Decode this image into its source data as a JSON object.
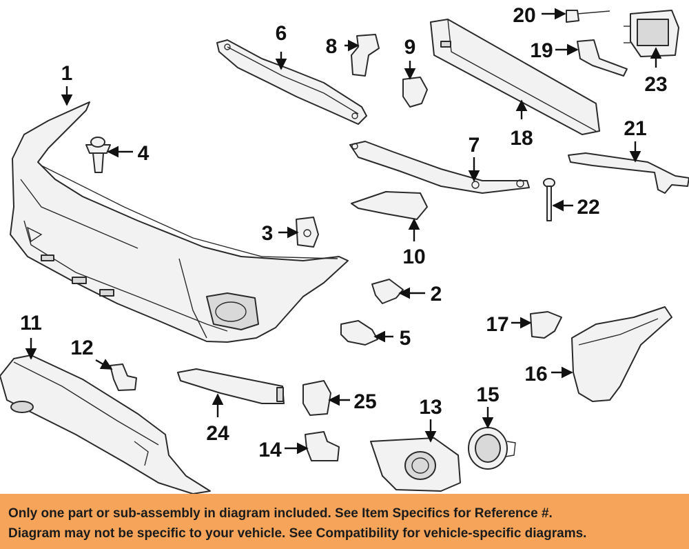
{
  "callouts": [
    {
      "id": "1",
      "text": "1"
    },
    {
      "id": "2",
      "text": "2"
    },
    {
      "id": "3",
      "text": "3"
    },
    {
      "id": "4",
      "text": "4"
    },
    {
      "id": "5",
      "text": "5"
    },
    {
      "id": "6",
      "text": "6"
    },
    {
      "id": "7",
      "text": "7"
    },
    {
      "id": "8",
      "text": "8"
    },
    {
      "id": "9",
      "text": "9"
    },
    {
      "id": "10",
      "text": "10"
    },
    {
      "id": "11",
      "text": "11"
    },
    {
      "id": "12",
      "text": "12"
    },
    {
      "id": "13",
      "text": "13"
    },
    {
      "id": "14",
      "text": "14"
    },
    {
      "id": "15",
      "text": "15"
    },
    {
      "id": "16",
      "text": "16"
    },
    {
      "id": "17",
      "text": "17"
    },
    {
      "id": "18",
      "text": "18"
    },
    {
      "id": "19",
      "text": "19"
    },
    {
      "id": "20",
      "text": "20"
    },
    {
      "id": "21",
      "text": "21"
    },
    {
      "id": "22",
      "text": "22"
    },
    {
      "id": "23",
      "text": "23"
    },
    {
      "id": "24",
      "text": "24"
    },
    {
      "id": "25",
      "text": "25"
    }
  ],
  "footer": {
    "line1": "Only one part or sub-assembly in diagram included. See Item Specifics for Reference #.",
    "line2": "Diagram may not be specific to your vehicle. See Compatibility for vehicle-specific diagrams.",
    "background_color": "#f5a45a"
  }
}
